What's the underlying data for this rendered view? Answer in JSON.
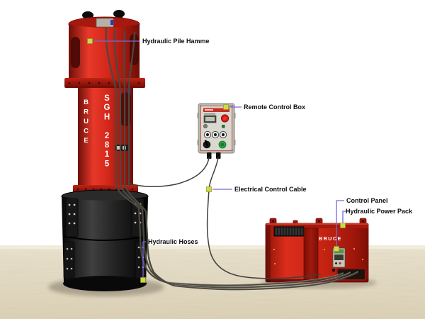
{
  "labels": {
    "pile_hammer": "Hydraulic Pile Hamme",
    "remote_control_box": "Remote Control Box",
    "electrical_control_cable": "Electrical Control Cable",
    "control_panel": "Control Panel",
    "hydraulic_power_pack": "Hydraulic Power Pack",
    "hydraulic_hoses": "Hydraulic Hoses"
  },
  "machine_markings": {
    "hammer_brand_vertical": "BRUCE",
    "hammer_model_vertical": "SGH 2815",
    "power_pack_brand": "BRUCE"
  },
  "colors": {
    "machine-red": "#cf2517",
    "leader-purple": "#7a68d4",
    "marker-green": "#cfd944",
    "ground-sand": "#e6ddc6",
    "sleeve-black": "#1a1a1a"
  }
}
